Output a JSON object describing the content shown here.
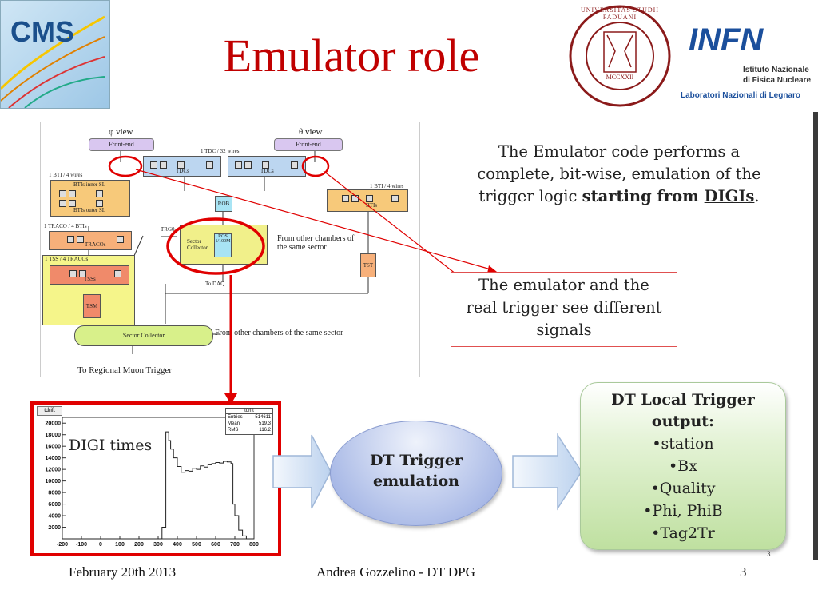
{
  "slide": {
    "title": "Emulator role",
    "logos": {
      "cms_text": "CMS",
      "seal_text": "UNIVERSITAS STUDII PADUANI",
      "seal_year": "MCCXXII",
      "infn_text": "INFN",
      "infn_line1": "Istituto Nazionale",
      "infn_line2": "di Fisica Nucleare",
      "infn_line3": "Laboratori Nazionali di Legnaro"
    },
    "diagram": {
      "phi_view": "φ view",
      "theta_view": "θ view",
      "front_end_left": "Front-end",
      "front_end_right": "Front-end",
      "tdc_label": "1 TDC / 32 wires",
      "tdcs_left": "TDCs",
      "tdcs_right": "TDCs",
      "bti_left_title": "1 BTI / 4 wires",
      "bti_inner": "BTIs inner SL",
      "bti_outer": "BTIs outer SL",
      "bti_right_title": "1 BTI / 4 wires",
      "btis_right": "BTIs",
      "traco_title": "1 TRACO / 4 BTIs",
      "tracos": "TRACOs",
      "trg0": "TRG0",
      "tss_title": "1 TSS / 4 TRACOs",
      "tsss": "TSSs",
      "tsm": "TSM",
      "rob": "ROB",
      "sector_collector_inner": "Sector Collector",
      "ros": "ROS 1/100M",
      "tst": "TST",
      "from_other_chambers": "From other chambers of the same sector",
      "to_daq": "To DAQ",
      "sector_collector": "Sector Collector",
      "from_other_chambers_bottom": "From other chambers of the same sector",
      "to_regional": "To Regional  Muon Trigger"
    },
    "emulator_text": {
      "line1": "The Emulator code performs a",
      "line2": "complete, bit-wise, emulation of the",
      "line3_prefix": "trigger logic ",
      "line3_bold": "starting from ",
      "line3_underline": "DIGIs",
      "line3_suffix": "."
    },
    "signals_box": {
      "line1": "The emulator and the",
      "line2": "real trigger see different",
      "line3": "signals"
    },
    "histogram": {
      "title_tab": "tdrift",
      "label": "DIGI times",
      "stats_title": "tdrift",
      "stats": [
        {
          "k": "Entries",
          "v": "514611"
        },
        {
          "k": "Mean",
          "v": "519.3"
        },
        {
          "k": "RMS",
          "v": "116.2"
        }
      ]
    },
    "trigger_ellipse": {
      "line1": "DT Trigger",
      "line2": "emulation"
    },
    "output_box": {
      "line1": "DT Local Trigger",
      "line2": "output:",
      "items": [
        "•station",
        "•Bx",
        "•Quality",
        "•Phi, PhiB",
        "•Tag2Tr"
      ]
    },
    "footer": {
      "date": "February 20th 2013",
      "author": "Andrea Gozzelino - DT DPG",
      "page": "3",
      "small_page": "3"
    }
  },
  "chart_data": {
    "type": "bar",
    "title": "tdrift",
    "xlabel": "",
    "ylabel": "",
    "xlim": [
      -200,
      800
    ],
    "ylim": [
      0,
      21000
    ],
    "x_ticks": [
      -200,
      -100,
      0,
      100,
      200,
      300,
      400,
      500,
      600,
      700,
      800
    ],
    "y_ticks": [
      2000,
      4000,
      6000,
      8000,
      10000,
      12000,
      14000,
      16000,
      18000,
      20000
    ],
    "x": [
      -200,
      300,
      320,
      340,
      355,
      365,
      380,
      400,
      420,
      440,
      460,
      480,
      500,
      520,
      540,
      560,
      580,
      600,
      620,
      640,
      660,
      680,
      690,
      700,
      720,
      740,
      760,
      780,
      800
    ],
    "values": [
      0,
      0,
      2000,
      18500,
      17000,
      15500,
      14000,
      12500,
      11500,
      11800,
      11700,
      12200,
      12000,
      12600,
      12400,
      12800,
      13000,
      13200,
      13100,
      13400,
      13300,
      13000,
      6000,
      4000,
      1500,
      500,
      0,
      0,
      0
    ]
  }
}
